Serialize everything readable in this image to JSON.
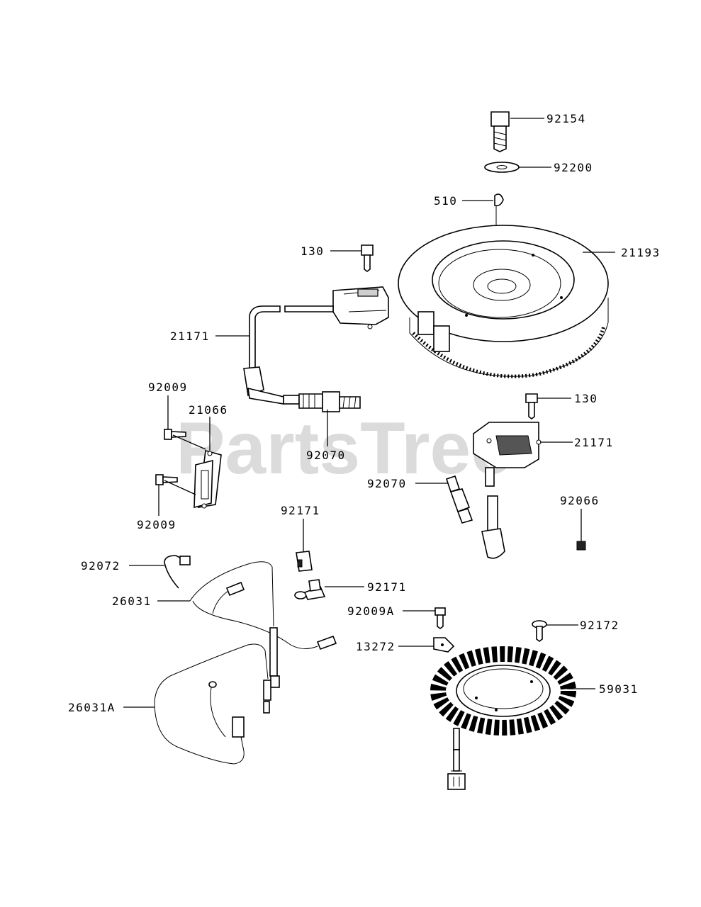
{
  "watermark": "PartsTree",
  "callouts": [
    {
      "id": "92154"
    },
    {
      "id": "92200"
    },
    {
      "id": "510"
    },
    {
      "id": "21193"
    },
    {
      "id": "130"
    },
    {
      "id": "21171"
    },
    {
      "id": "92009"
    },
    {
      "id": "21066"
    },
    {
      "id": "92070"
    },
    {
      "id": "130"
    },
    {
      "id": "21171"
    },
    {
      "id": "92009"
    },
    {
      "id": "92070"
    },
    {
      "id": "92066"
    },
    {
      "id": "92171"
    },
    {
      "id": "92072"
    },
    {
      "id": "92171"
    },
    {
      "id": "26031"
    },
    {
      "id": "92009A"
    },
    {
      "id": "92172"
    },
    {
      "id": "13272"
    },
    {
      "id": "59031"
    },
    {
      "id": "26031A"
    }
  ]
}
